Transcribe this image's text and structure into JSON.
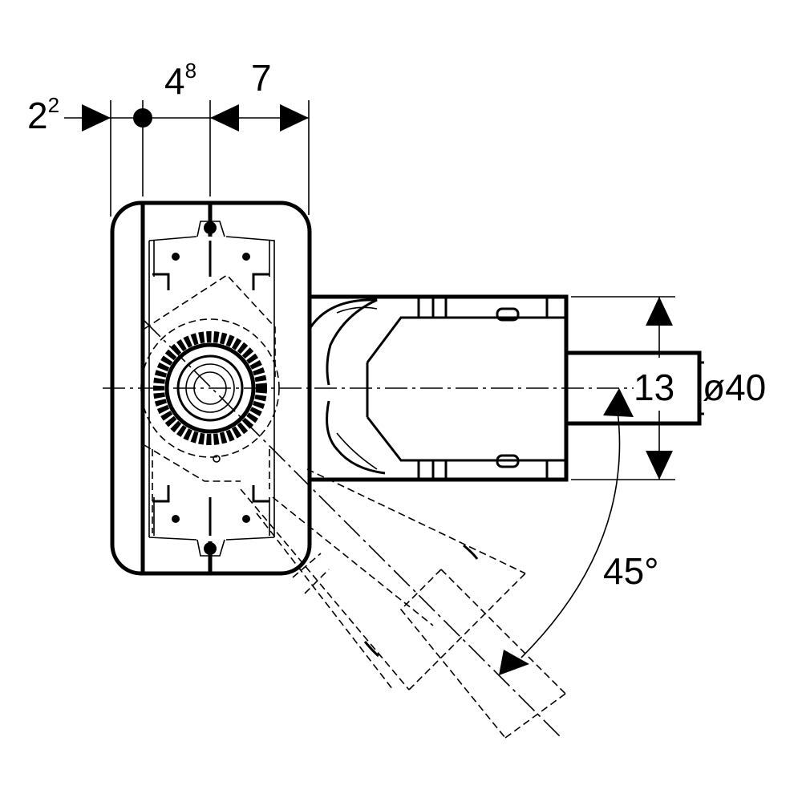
{
  "dimensions": {
    "offset_left": {
      "base": "2",
      "sup": "2"
    },
    "offset_center": {
      "base": "4",
      "sup": "8"
    },
    "width_right": {
      "value": "7"
    },
    "height": {
      "value": "13"
    },
    "diameter": {
      "value": "ø40"
    },
    "angle": {
      "value": "45°"
    }
  }
}
